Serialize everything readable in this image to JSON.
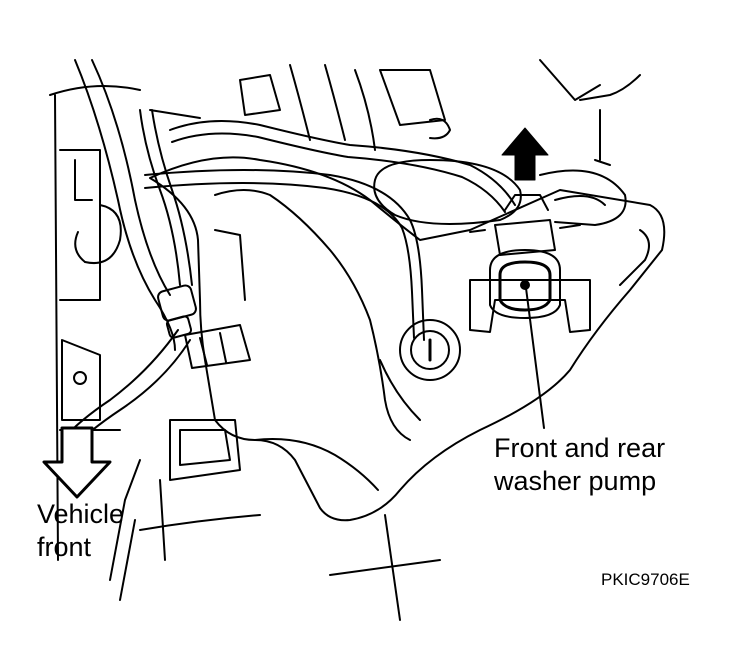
{
  "labels": {
    "pump": {
      "line1": "Front and rear",
      "line2": "washer pump"
    },
    "vehicle_front": {
      "line1": "Vehicle",
      "line2": "front"
    },
    "figure_code": "PKIC9706E"
  },
  "colors": {
    "ink": "#000000",
    "paper": "#ffffff"
  },
  "icons": {
    "up_arrow": "solid-up-arrow",
    "down_arrow": "outline-down-arrow"
  }
}
